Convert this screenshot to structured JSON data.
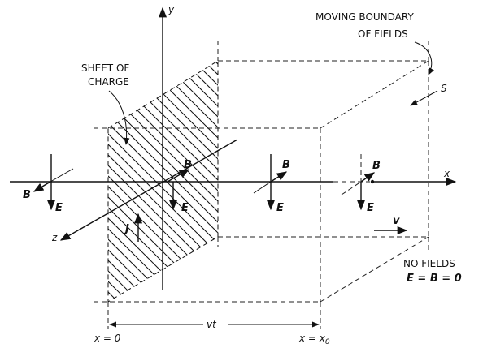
{
  "labels": {
    "moving_boundary_line1": "MOVING BOUNDARY",
    "moving_boundary_line2": "OF FIELDS",
    "sheet_line1": "SHEET OF",
    "sheet_line2": "CHARGE",
    "s": "S",
    "y_axis": "y",
    "x_axis": "x",
    "z_axis": "z",
    "b": "B",
    "e": "E",
    "j": "J",
    "v": "v",
    "no_fields": "NO FIELDS",
    "eb_zero": "E = B = 0",
    "x_zero": "x = 0",
    "x_x0": "x = x",
    "x0_sub": "0",
    "vt": "vt"
  }
}
